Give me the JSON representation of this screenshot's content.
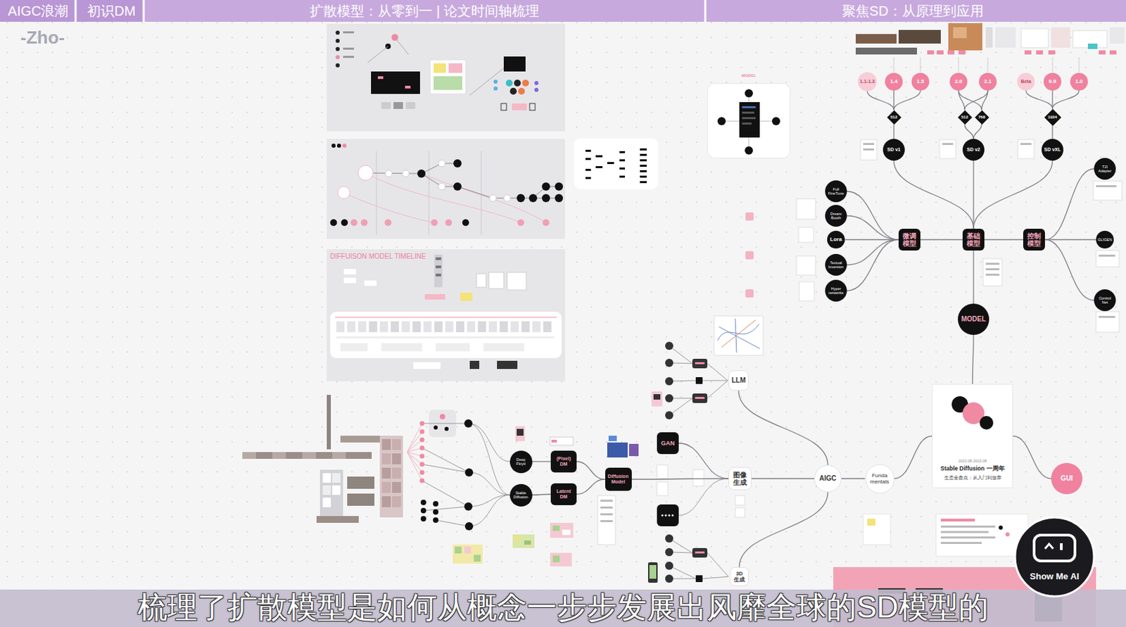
{
  "diagram": {
    "caption": "梳理了扩散模型是如何从概念一步步发展出风靡全球的SD模型的",
    "nodes": [
      {
        "text": [
          "AIGC"
        ]
      },
      {
        "text": [
          "Funda mentals"
        ]
      },
      {
        "text": [
          "图像生成"
        ]
      },
      {
        "text": [
          "LLM"
        ]
      },
      {
        "text": [
          "3D 生成"
        ]
      },
      {
        "text": [
          "GAN"
        ]
      },
      {
        "text": [
          "Diffusion Model"
        ]
      },
      {
        "text": [
          "Latent DM"
        ]
      },
      {
        "text": [
          "(Pixel) DM"
        ]
      },
      {
        "text": [
          "Stable Diffusion"
        ]
      },
      {
        "text": [
          "Deep Floyd"
        ]
      },
      {
        "text": [
          "MODEL"
        ]
      },
      {
        "text": [
          "基础模型"
        ]
      },
      {
        "text": [
          "微调模型"
        ]
      },
      {
        "text": [
          "控制模型"
        ]
      },
      {
        "text": [
          "SD v1"
        ]
      },
      {
        "text": [
          "SD v2"
        ]
      },
      {
        "text": [
          "SD vXL"
        ]
      },
      {
        "text": [
          "512"
        ]
      },
      {
        "text": [
          "512"
        ]
      },
      {
        "text": [
          "768"
        ]
      },
      {
        "text": [
          "1024"
        ]
      },
      {
        "text": [
          "1.1-1.3"
        ]
      },
      {
        "text": [
          "1.4"
        ]
      },
      {
        "text": [
          "1.5"
        ]
      },
      {
        "text": [
          "2.0"
        ]
      },
      {
        "text": [
          "2.1"
        ]
      },
      {
        "text": [
          "Beta"
        ]
      },
      {
        "text": [
          "0.9"
        ]
      },
      {
        "text": [
          "1.0"
        ]
      },
      {
        "text": [
          "Full FineTune"
        ]
      },
      {
        "text": [
          "Dream Booth"
        ]
      },
      {
        "text": [
          "Lora"
        ]
      },
      {
        "text": [
          "Textual Inversion"
        ]
      },
      {
        "text": [
          "Hyper networks"
        ]
      },
      {
        "text": [
          "T2I Adapter"
        ]
      },
      {
        "text": [
          "GLIGEN"
        ]
      },
      {
        "text": [
          "Control Net"
        ]
      },
      {
        "text": [
          "GUI"
        ]
      },
      {
        "text": [
          "2022.08-2023.08",
          "Stable Diffusion 一周年",
          "生态全盘点：从入门到放弃"
        ]
      },
      {
        "text": [
          "MODEL"
        ]
      }
    ],
    "edges": [
      {
        "from": 0,
        "to": 1,
        "arrow": "none"
      },
      {
        "from": 0,
        "to": 2,
        "arrow": "none"
      },
      {
        "from": 0,
        "to": 3,
        "arrow": "none"
      },
      {
        "from": 0,
        "to": 4,
        "arrow": "none"
      },
      {
        "from": 2,
        "to": 5,
        "arrow": "none"
      },
      {
        "from": 2,
        "to": 6,
        "arrow": "none"
      },
      {
        "from": 6,
        "to": 7,
        "arrow": "none"
      },
      {
        "from": 6,
        "to": 8,
        "arrow": "none"
      },
      {
        "from": 7,
        "to": 9,
        "arrow": "none"
      },
      {
        "from": 8,
        "to": 10,
        "arrow": "none"
      },
      {
        "from": 1,
        "to": 39,
        "arrow": "none"
      },
      {
        "from": 39,
        "to": 11,
        "arrow": "none"
      },
      {
        "from": 39,
        "to": 38,
        "arrow": "none"
      },
      {
        "from": 11,
        "to": 12,
        "arrow": "none"
      },
      {
        "from": 12,
        "to": 13,
        "arrow": "none"
      },
      {
        "from": 12,
        "to": 14,
        "arrow": "none"
      },
      {
        "from": 12,
        "to": 15,
        "arrow": "none"
      },
      {
        "from": 12,
        "to": 16,
        "arrow": "none"
      },
      {
        "from": 12,
        "to": 17,
        "arrow": "none"
      },
      {
        "from": 15,
        "to": 18,
        "arrow": "none"
      },
      {
        "from": 16,
        "to": 19,
        "arrow": "none"
      },
      {
        "from": 16,
        "to": 20,
        "arrow": "none"
      },
      {
        "from": 17,
        "to": 21,
        "arrow": "none"
      },
      {
        "from": 18,
        "to": 22,
        "arrow": "none"
      },
      {
        "from": 18,
        "to": 23,
        "arrow": "none"
      },
      {
        "from": 18,
        "to": 24,
        "arrow": "none"
      },
      {
        "from": 19,
        "to": 25,
        "arrow": "none"
      },
      {
        "from": 19,
        "to": 26,
        "arrow": "none"
      },
      {
        "from": 20,
        "to": 25,
        "arrow": "none"
      },
      {
        "from": 20,
        "to": 26,
        "arrow": "none"
      },
      {
        "from": 21,
        "to": 27,
        "arrow": "none"
      },
      {
        "from": 21,
        "to": 28,
        "arrow": "none"
      },
      {
        "from": 21,
        "to": 29,
        "arrow": "none"
      },
      {
        "from": 13,
        "to": 30,
        "arrow": "none"
      },
      {
        "from": 13,
        "to": 31,
        "arrow": "none"
      },
      {
        "from": 13,
        "to": 32,
        "arrow": "none"
      },
      {
        "from": 13,
        "to": 33,
        "arrow": "none"
      },
      {
        "from": 13,
        "to": 34,
        "arrow": "none"
      },
      {
        "from": 14,
        "to": 35,
        "arrow": "none"
      },
      {
        "from": 14,
        "to": 36,
        "arrow": "none"
      },
      {
        "from": 14,
        "to": 37,
        "arrow": "none"
      }
    ],
    "labels": [
      "AIGC浪潮",
      "初识DM",
      "扩散模型：从零到一 | 论文时间轴梳理",
      "聚焦SD：从原理到应用",
      "-Zho-",
      "DIFFUISON MODEL TIMELINE",
      "Show Me AI"
    ]
  }
}
